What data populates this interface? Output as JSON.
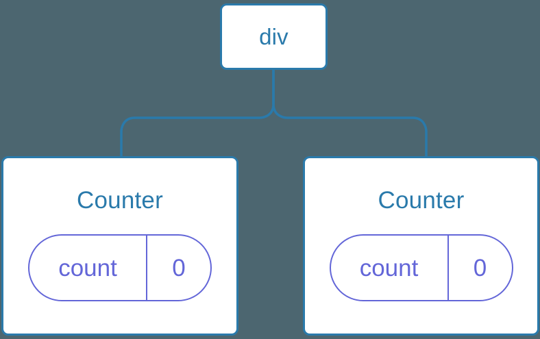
{
  "diagram": {
    "type": "component-tree",
    "background_color": "#4c6670",
    "node_border_color": "#2a7aab",
    "node_fill_color": "#ffffff",
    "title_color": "#2a7aab",
    "state_color": "#6366d8",
    "edge_color": "#2a7aab",
    "root": {
      "label": "div"
    },
    "children": [
      {
        "label": "Counter",
        "state": {
          "key": "count",
          "value": "0"
        }
      },
      {
        "label": "Counter",
        "state": {
          "key": "count",
          "value": "0"
        }
      }
    ]
  }
}
